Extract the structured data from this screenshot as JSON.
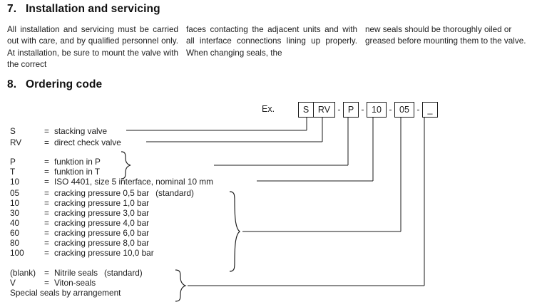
{
  "sections": {
    "installation": {
      "number": "7.",
      "title": "Installation and servicing",
      "col1": "All installation and servicing must be carried out with care, and by qualified personnel only. At installation, be sure to mount the valve with the correct",
      "col2": "faces contacting the adjacent units and with all interface connections lining up properly. When changing seals, the",
      "col3": "new seals should be thoroughly oiled or greased before mounting them to the valve."
    },
    "ordering": {
      "number": "8.",
      "title": "Ordering code",
      "example_label": "Ex.",
      "code_cells": [
        {
          "text": "S",
          "type": "box",
          "width": 22,
          "attached": false
        },
        {
          "text": "RV",
          "type": "box",
          "width": 30,
          "attached": true
        },
        {
          "text": "-",
          "type": "dash"
        },
        {
          "text": "P",
          "type": "box",
          "width": 22,
          "attached": false
        },
        {
          "text": "-",
          "type": "dash"
        },
        {
          "text": "10",
          "type": "box",
          "width": 28,
          "attached": false
        },
        {
          "text": "-",
          "type": "dash"
        },
        {
          "text": "05",
          "type": "box",
          "width": 28,
          "attached": false
        },
        {
          "text": "-",
          "type": "dash"
        },
        {
          "text": "_",
          "type": "box",
          "width": 22,
          "attached": false
        }
      ]
    }
  },
  "legend": {
    "rows": [
      {
        "code": "S",
        "eq": "=",
        "desc": "stacking valve",
        "note": ""
      },
      {
        "code": "RV",
        "eq": "=",
        "desc": "direct check valve",
        "note": ""
      },
      {
        "code": "P",
        "eq": "=",
        "desc": "funktion in P",
        "note": ""
      },
      {
        "code": "T",
        "eq": "=",
        "desc": "funktion in T",
        "note": ""
      },
      {
        "code": "10",
        "eq": "=",
        "desc": "ISO 4401, size 5 interface, nominal 10 mm",
        "note": ""
      },
      {
        "code": "05",
        "eq": "=",
        "desc": "cracking pressure 0,5 bar",
        "note": "(standard)"
      },
      {
        "code": "10",
        "eq": "=",
        "desc": "cracking pressure 1,0 bar",
        "note": ""
      },
      {
        "code": "30",
        "eq": "=",
        "desc": "cracking pressure 3,0 bar",
        "note": ""
      },
      {
        "code": "40",
        "eq": "=",
        "desc": "cracking pressure 4,0 bar",
        "note": ""
      },
      {
        "code": "60",
        "eq": "=",
        "desc": "cracking pressure 6,0 bar",
        "note": ""
      },
      {
        "code": "80",
        "eq": "=",
        "desc": "cracking pressure 8,0 bar",
        "note": ""
      },
      {
        "code": "100",
        "eq": "=",
        "desc": "cracking pressure 10,0 bar",
        "note": ""
      },
      {
        "code": "(blank)",
        "eq": "=",
        "desc": "Nitrile seals",
        "note": "(standard)"
      },
      {
        "code": "V",
        "eq": "=",
        "desc": "Viton-seals",
        "note": ""
      },
      {
        "code": "Special seals by arrangement",
        "eq": "",
        "desc": "",
        "note": ""
      }
    ]
  },
  "colors": {
    "ink": "#1a1a1a",
    "page": "#ffffff"
  }
}
